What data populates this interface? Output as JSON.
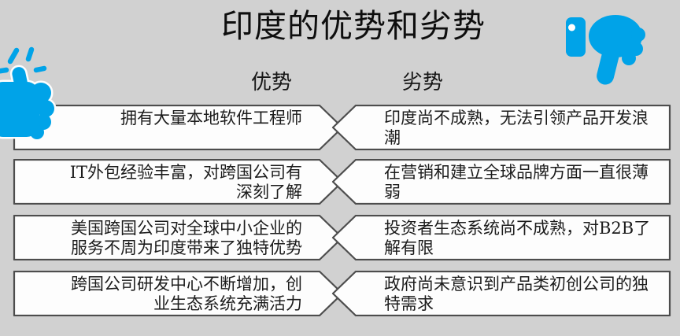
{
  "slide": {
    "title": "印度的优势和劣势",
    "advantages_label": "优势",
    "disadvantages_label": "劣势",
    "rows": [
      {
        "advantage": "拥有大量本地软件工程师",
        "disadvantage": "印度尚不成熟，无法引领产品开发浪潮"
      },
      {
        "advantage": "IT外包经验丰富，对跨国公司有深刻了解",
        "disadvantage": "在营销和建立全球品牌方面一直很薄弱"
      },
      {
        "advantage": "美国跨国公司对全球中小企业的服务不周为印度带来了独特优势",
        "disadvantage": "投资者生态系统尚不成熟，对B2B了解有限"
      },
      {
        "advantage": "跨国公司研发中心不断增加，创业生态系统充满活力",
        "disadvantage": "政府尚未意识到产品类初创公司的独特需求"
      }
    ],
    "icons": {
      "left": "thumbs-up-icon",
      "right": "thumbs-down-icon"
    },
    "colors": {
      "accent_blue": "#00a3e8",
      "background": "#d1d1d1",
      "box_fill": "#fdfdfd",
      "box_border": "#4d4d4d"
    }
  }
}
